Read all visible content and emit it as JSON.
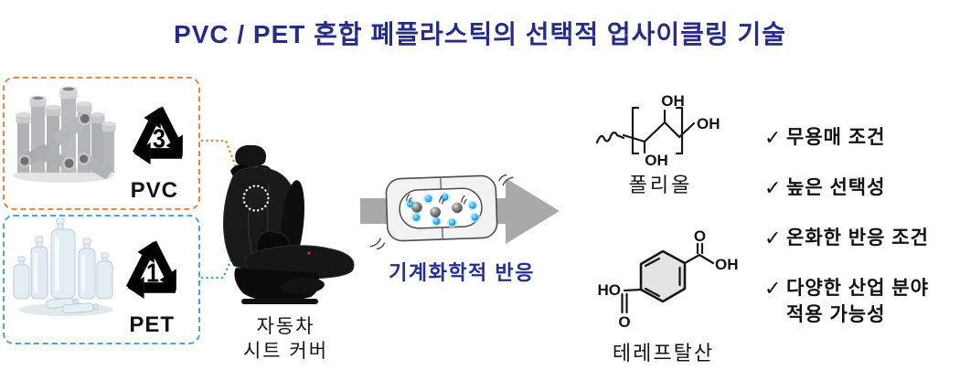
{
  "title": "PVC / PET 혼합 폐플라스틱의 선택적 업사이클링 기술",
  "feedstocks": {
    "pvc": {
      "label": "PVC",
      "recycle_code": "3",
      "image": "pvc-pipes-pile"
    },
    "pet": {
      "label": "PET",
      "recycle_code": "1",
      "image": "pet-bottles-pile"
    }
  },
  "seat": {
    "label": "자동차\n시트 커버",
    "image": "car-seat"
  },
  "process": {
    "label": "기계화학적 반응",
    "icon": "ball-mill-reactor-in-arrow"
  },
  "products": {
    "polyol": {
      "name": "폴리올",
      "labels": {
        "oh_top": "OH",
        "oh_bottom": "OH",
        "oh_end": "OH"
      }
    },
    "tpa": {
      "name": "테레프탈산",
      "labels": {
        "o_top": "O",
        "oh_right": "OH",
        "ho_left": "HO",
        "o_bottom": "O"
      }
    }
  },
  "benefits": {
    "check": "✓",
    "items": [
      "무용매 조건",
      "높은 선택성",
      "온화한 반응 조건",
      "다양한 산업 분야\n적용 가능성"
    ]
  },
  "colors": {
    "title_text": "#272c88",
    "process_text": "#232f92",
    "pvc_border": "#ef843c",
    "pet_border": "#4ba5d9",
    "arrow_gray": "#a9a9a9",
    "text_black": "#111111"
  }
}
